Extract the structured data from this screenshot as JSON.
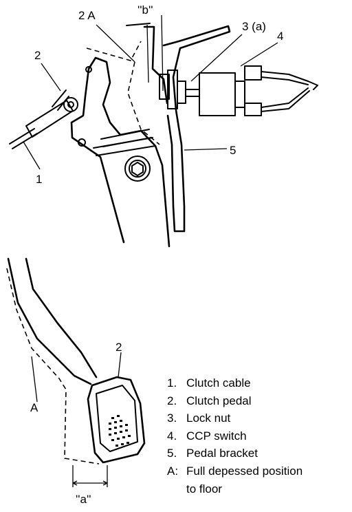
{
  "callouts": {
    "c_1": "1",
    "c_2_top": "2",
    "c_2A": "2 A",
    "c_b": "''b''",
    "c_3a": "3 (a)",
    "c_4": "4",
    "c_5": "5",
    "c_2_bottom": "2",
    "c_A": "A",
    "c_a": "''a''"
  },
  "legend": [
    {
      "key": "1.",
      "text": "Clutch cable"
    },
    {
      "key": "2.",
      "text": "Clutch pedal"
    },
    {
      "key": "3.",
      "text": "Lock nut"
    },
    {
      "key": "4.",
      "text": "CCP switch"
    },
    {
      "key": "5.",
      "text": "Pedal bracket"
    },
    {
      "key": "A:",
      "text": "Full depessed position"
    },
    {
      "key": "",
      "text": "to floor"
    }
  ]
}
